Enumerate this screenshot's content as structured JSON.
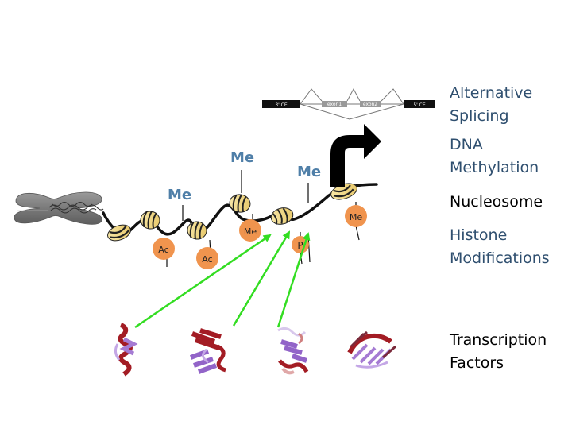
{
  "colors": {
    "blue_label": "#2f4f6f",
    "black_label": "#000000",
    "me_mark": "#4f7fa8",
    "mod_circle": "#f0944e",
    "arrow_green": "#33dd22",
    "nucleosome": "#f3dc8c"
  },
  "labels": {
    "alternative_splicing": "Alternative\nSplicing",
    "dna_methylation": "DNA\nMethylation",
    "nucleosome": "Nucleosome",
    "histone_modifications": "Histone\nModifications",
    "transcription_factors": "Transcription\nFactors"
  },
  "gene": {
    "left_end": "3' CE",
    "exon1": "exon1",
    "exon2": "exon2",
    "right_end": "5' CE"
  },
  "marks": {
    "me1": "Me",
    "me2": "Me",
    "me3": "Me",
    "ac1": "Ac",
    "ac2": "Ac",
    "me_circle": "Me",
    "p_circle": "P",
    "me_circle2": "Me"
  },
  "icons": {
    "chromosome": "chromosome-icon",
    "transcription_arrow": "bent-arrow-icon",
    "protein": "protein-structure-icon"
  }
}
